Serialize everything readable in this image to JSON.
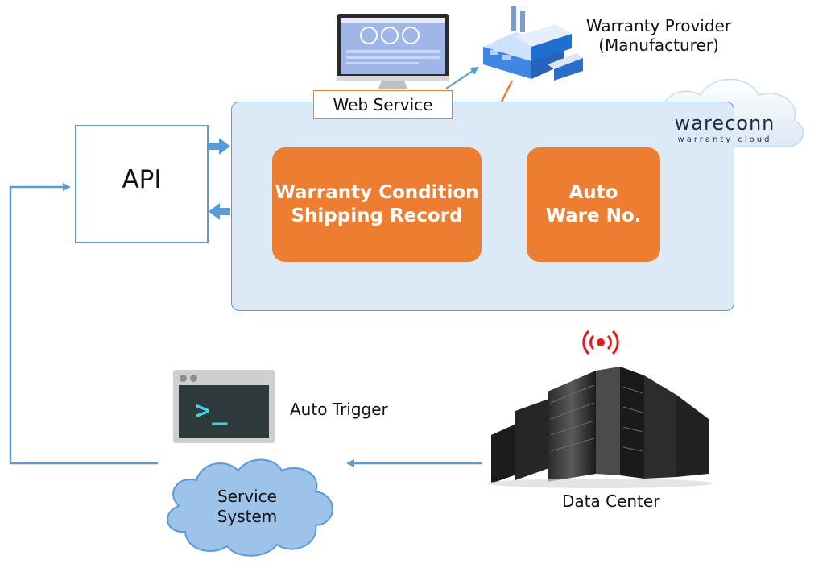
{
  "diagram": {
    "api_label": "API",
    "web_service_label": "Web Service",
    "provider_label_line1": "Warranty Provider",
    "provider_label_line2": "(Manufacturer)",
    "brand_name": "wareconn",
    "brand_tagline": "warranty cloud",
    "box_warranty_line1": "Warranty Condition",
    "box_warranty_line2": "Shipping Record",
    "box_auto_line1": "Auto",
    "box_auto_line2": "Ware No.",
    "auto_trigger_label": "Auto Trigger",
    "terminal_prompt": ">_",
    "service_line1": "Service",
    "service_line2": "System",
    "data_center_label": "Data Center",
    "colors": {
      "accent_blue": "#5b9bd5",
      "accent_orange": "#ed7d31",
      "panel_fill": "#dce9f6",
      "signal_red": "#e31b1b"
    },
    "icons": [
      "monitor-icon",
      "factory-icon",
      "cloud-icon",
      "terminal-icon",
      "server-rack-icon",
      "signal-icon"
    ]
  }
}
